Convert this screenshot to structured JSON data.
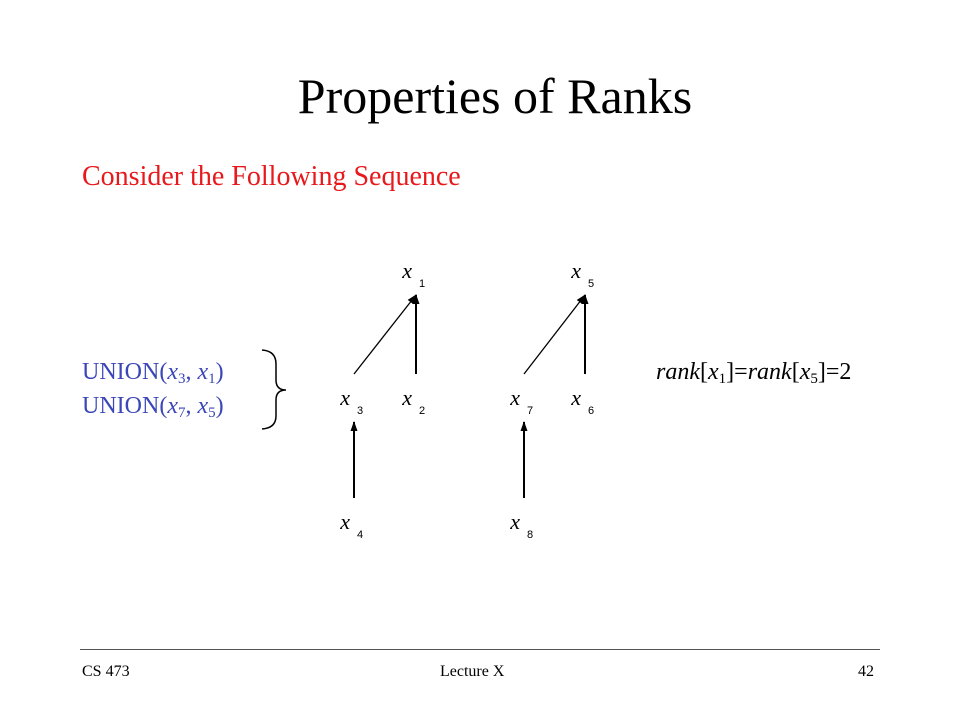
{
  "slide": {
    "title": "Properties of Ranks",
    "subtitle": "Consider the Following Sequence",
    "colors": {
      "subtitle": "#e8191c",
      "operations": "#3b47b8",
      "text": "#000000"
    }
  },
  "operations": [
    {
      "name": "UNION",
      "a_var": "x",
      "a_sub": "3",
      "b_var": "x",
      "b_sub": "1"
    },
    {
      "name": "UNION",
      "a_var": "x",
      "a_sub": "7",
      "b_var": "x",
      "b_sub": "5"
    }
  ],
  "rank_statement": {
    "fn1": "rank",
    "var1": "x",
    "sub1": "1",
    "fn2": "rank",
    "var2": "x",
    "sub2": "5",
    "value": "2"
  },
  "tree_nodes": [
    {
      "id": "x1",
      "var": "x",
      "sub": "1"
    },
    {
      "id": "x2",
      "var": "x",
      "sub": "2"
    },
    {
      "id": "x3",
      "var": "x",
      "sub": "3"
    },
    {
      "id": "x4",
      "var": "x",
      "sub": "4"
    },
    {
      "id": "x5",
      "var": "x",
      "sub": "5"
    },
    {
      "id": "x6",
      "var": "x",
      "sub": "6"
    },
    {
      "id": "x7",
      "var": "x",
      "sub": "7"
    },
    {
      "id": "x8",
      "var": "x",
      "sub": "8"
    }
  ],
  "tree_edges": [
    {
      "from": "x3",
      "to": "x1"
    },
    {
      "from": "x2",
      "to": "x1"
    },
    {
      "from": "x4",
      "to": "x3"
    },
    {
      "from": "x7",
      "to": "x5"
    },
    {
      "from": "x6",
      "to": "x5"
    },
    {
      "from": "x8",
      "to": "x7"
    }
  ],
  "footer": {
    "course": "CS 473",
    "lecture": "Lecture X",
    "page": "42"
  }
}
